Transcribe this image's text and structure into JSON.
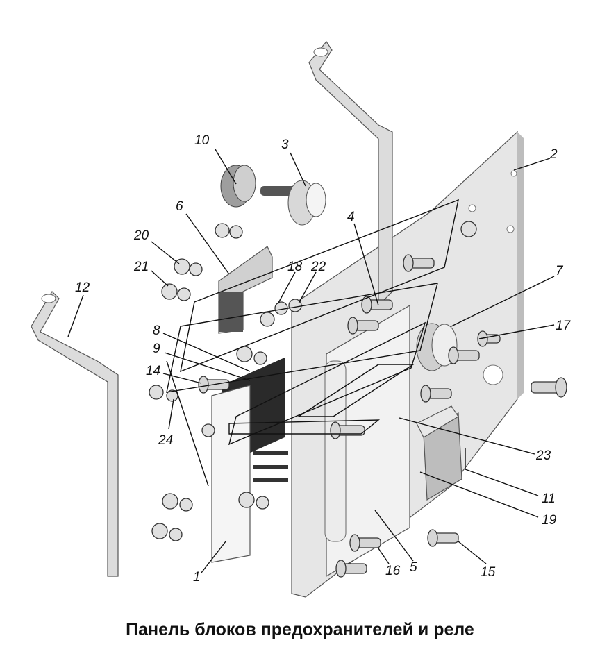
{
  "caption": "Панель блоков предохранителей и реле",
  "labels": [
    "1",
    "2",
    "3",
    "4",
    "5",
    "6",
    "7",
    "8",
    "9",
    "10",
    "11",
    "12",
    "14",
    "15",
    "16",
    "17",
    "18",
    "19",
    "20",
    "21",
    "22",
    "23",
    "24"
  ],
  "colors": {
    "plate": "#e6e6e6",
    "plate_edge": "#9a9a9a",
    "bracket": "#dcdcdc",
    "dark": "#2a2a2a",
    "line": "#111111"
  }
}
